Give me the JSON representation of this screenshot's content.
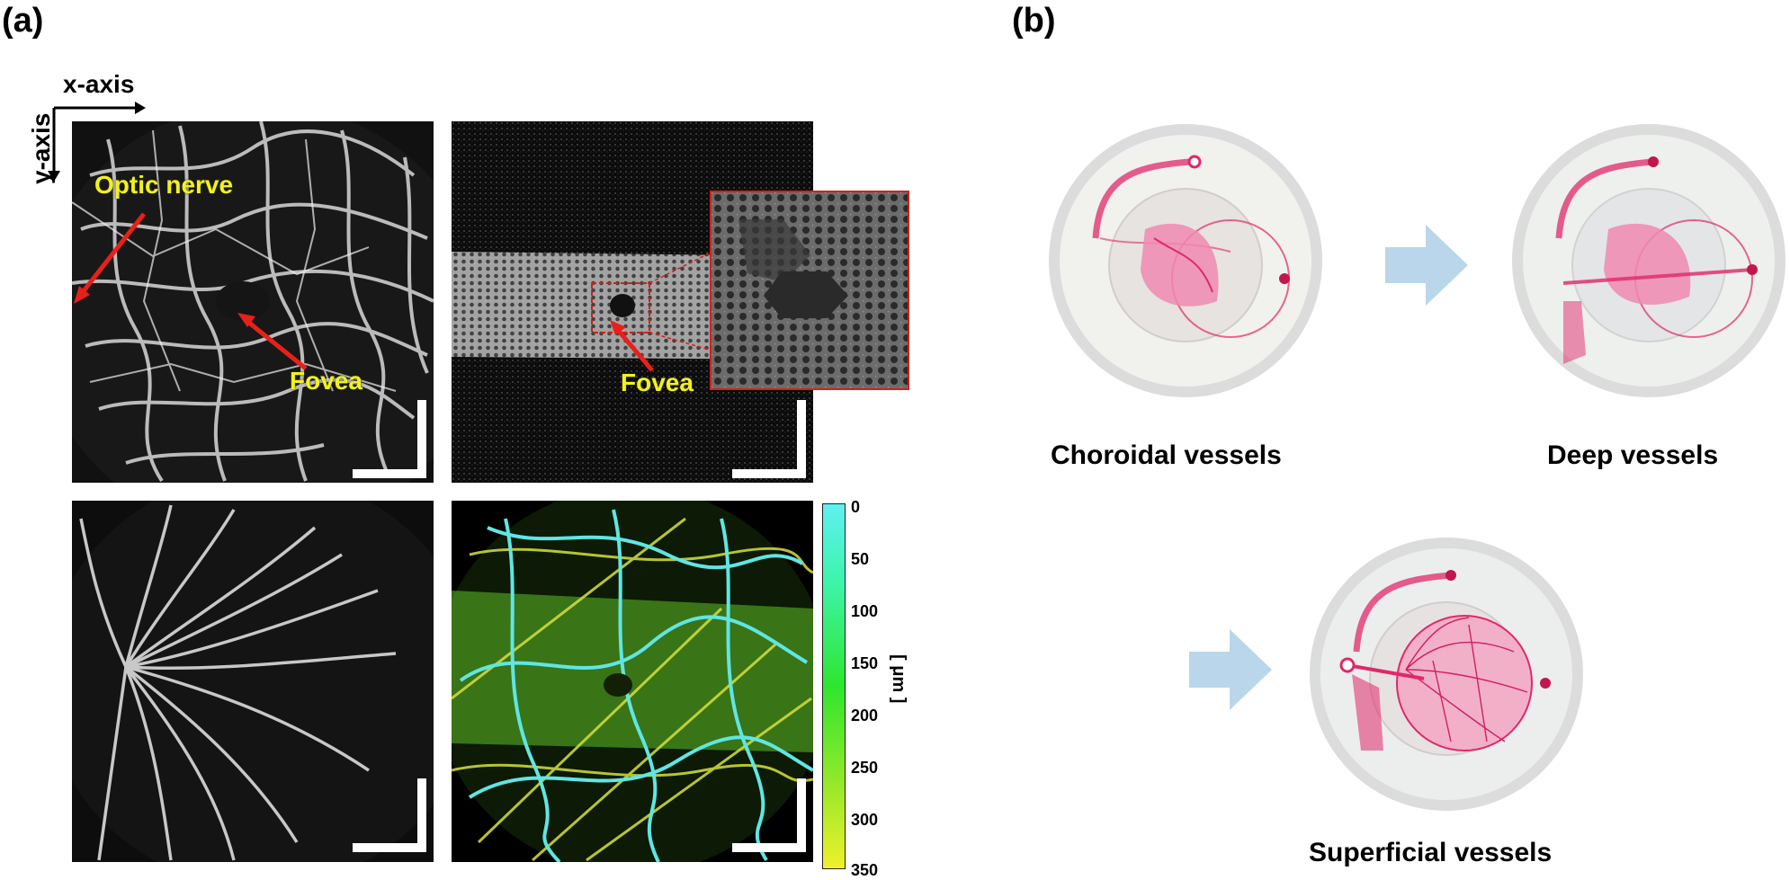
{
  "panel_a": {
    "label": "(a)",
    "axis_x_label": "x-axis",
    "axis_y_label": "y-axis",
    "annotation_optic_nerve": "Optic nerve",
    "annotation_fovea_1": "Fovea",
    "annotation_fovea_2": "Fovea",
    "colorbar": {
      "ticks": [
        "0",
        "50",
        "100",
        "150",
        "200",
        "250",
        "300",
        "350"
      ],
      "unit": "[ μm ]",
      "colors": [
        "#5ff0f0",
        "#3ef57a",
        "#2ee62e",
        "#f0f02a"
      ]
    },
    "accent_colors": {
      "annotation_text": "#f2f21a",
      "arrow": "#e8201a",
      "inset_border": "#d42018"
    }
  },
  "panel_b": {
    "label": "(b)",
    "caption_choroidal": "Choroidal vessels",
    "caption_deep": "Deep vessels",
    "caption_superficial": "Superficial vessels",
    "accent_colors": {
      "arrow": "#b9d6ea",
      "vessel": "#e0286a"
    }
  }
}
